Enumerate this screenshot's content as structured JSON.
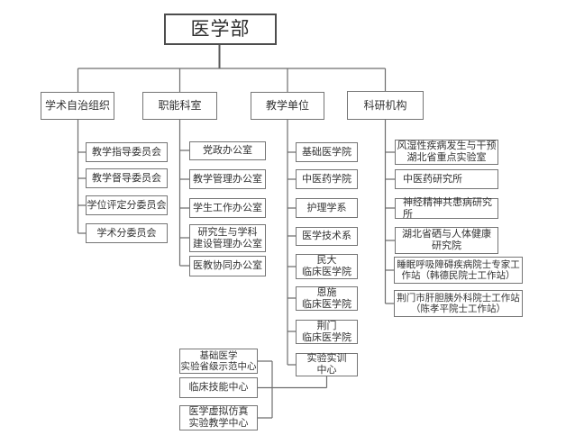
{
  "org_chart": {
    "root_label": "医学部",
    "columns": [
      {
        "label": "学术自治组织",
        "children": [
          "教学指导委员会",
          "教学督导委员会",
          "学位评定分委员会",
          "学术分委员会"
        ]
      },
      {
        "label": "职能科室",
        "children": [
          "党政办公室",
          "教学管理办公室",
          "学生工作办公室",
          "研究生与学科\n建设管理办公室",
          "医教协同办公室"
        ]
      },
      {
        "label": "教学单位",
        "children": [
          "基础医学院",
          "中医药学院",
          "护理学系",
          "医学技术系",
          "民大\n临床医学院",
          "恩施\n临床医学院",
          "荆门\n临床医学院",
          "实验实训\n中心"
        ]
      },
      {
        "label": "科研机构",
        "children": [
          "风湿性疾病发生与干预\n湖北省重点实验室",
          "中医药研究所",
          "神经精神共患病研究所",
          "湖北省硒与人体健康\n研究院",
          "睡眠呼吸障碍疾病院士专家工\n作站（韩德民院士工作站）",
          "荆门市肝胆胰外科院士工作站\n（陈孝平院士工作站）"
        ]
      }
    ],
    "training_center_children": [
      "基础医学\n实验省级示范中心",
      "临床技能中心",
      "医学虚拟仿真\n实验教学中心"
    ],
    "colors": {
      "line": "#6e6e6e",
      "box_border": "#757575",
      "text": "#333333"
    }
  }
}
